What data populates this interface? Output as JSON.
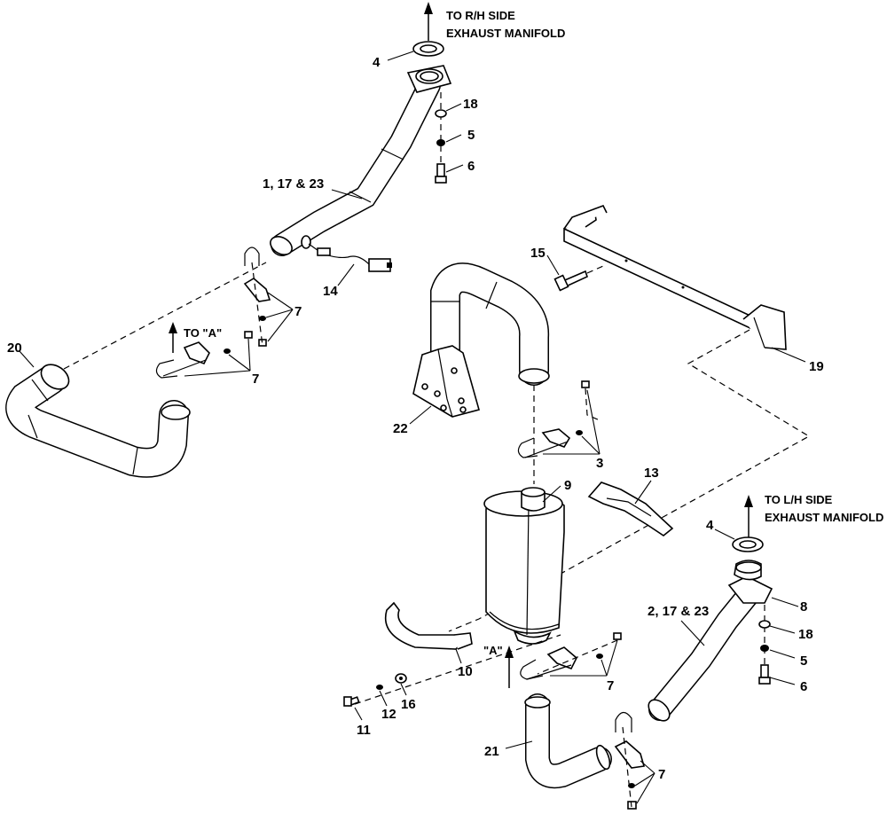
{
  "notes": {
    "rh_line1": "TO R/H SIDE",
    "rh_line2": "EXHAUST MANIFOLD",
    "lh_line1": "TO L/H SIDE",
    "lh_line2": "EXHAUST MANIFOLD",
    "to_a": "TO \"A\"",
    "a_mark": "\"A\""
  },
  "callouts": {
    "c4_top": "4",
    "c18_top": "18",
    "c5_top": "5",
    "c6_top": "6",
    "c1_17_23": "1, 17 & 23",
    "c14": "14",
    "c7_upper": "7",
    "c7_to_a": "7",
    "c20": "20",
    "c15": "15",
    "c19": "19",
    "c22": "22",
    "c3": "3",
    "c9": "9",
    "c13": "13",
    "c4_bottom": "4",
    "c8": "8",
    "c2_17_23": "2, 17 & 23",
    "c18_bottom": "18",
    "c5_bottom": "5",
    "c6_bottom": "6",
    "c10": "10",
    "c7_lower_mid": "7",
    "c11": "11",
    "c12": "12",
    "c16": "16",
    "c21": "21",
    "c7_bottom": "7"
  }
}
